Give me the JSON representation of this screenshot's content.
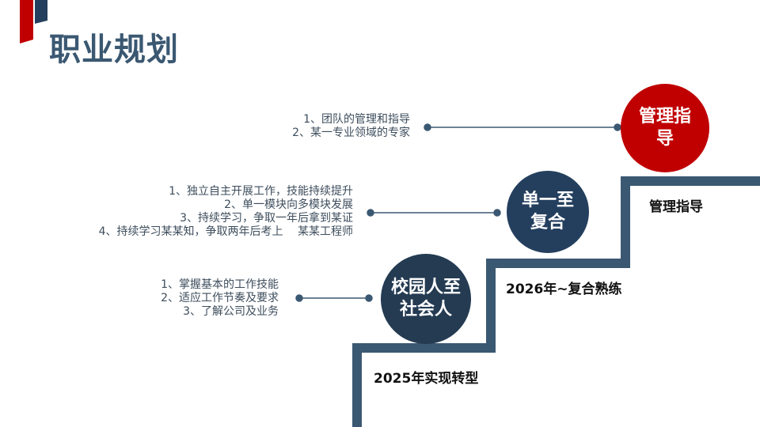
{
  "title": "职业规划",
  "colors": {
    "accent_red": "#c00000",
    "navy": "#243f5e",
    "stair": "#3b5872"
  },
  "stages": [
    {
      "circle_line1": "管理指",
      "circle_line2": "导",
      "label": "管理指导",
      "items": [
        "1、团队的管理和指导",
        "2、某一专业领域的专家"
      ]
    },
    {
      "circle_line1": "单一至",
      "circle_line2": "复合",
      "label": "2026年~复合熟练",
      "items": [
        "1、独立自主开展工作，技能持续提升",
        "2、单一模块向多模块发展",
        "3、持续学习，争取一年后拿到某证",
        "4、持续学习某某知，争取两年后考上　 某某工程师"
      ]
    },
    {
      "circle_line1": "校园人至",
      "circle_line2": "社会人",
      "label": "2025年实现转型",
      "items": [
        "1、掌握基本的工作技能",
        "2、适应工作节奏及要求",
        "3、了解公司及业务"
      ]
    }
  ]
}
